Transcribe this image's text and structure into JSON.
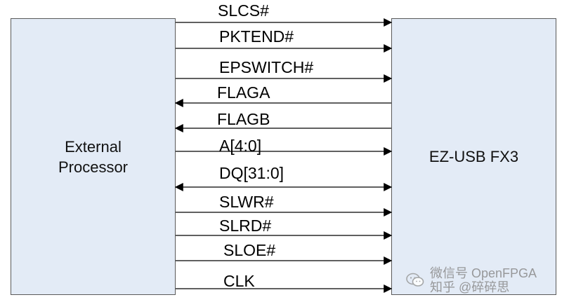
{
  "blocks": {
    "external": "External\nProcessor",
    "fx3": "EZ-USB FX3"
  },
  "signals": [
    {
      "label": "SLCS#",
      "direction": "to-fx3"
    },
    {
      "label": "PKTEND#",
      "direction": "to-fx3"
    },
    {
      "label": "EPSWITCH#",
      "direction": "to-fx3"
    },
    {
      "label": "FLAGA",
      "direction": "to-external"
    },
    {
      "label": "FLAGB",
      "direction": "to-external"
    },
    {
      "label": "A[4:0]",
      "direction": "to-fx3"
    },
    {
      "label": "DQ[31:0]",
      "direction": "bidirectional"
    },
    {
      "label": "SLWR#",
      "direction": "to-fx3"
    },
    {
      "label": "SLRD#",
      "direction": "to-fx3"
    },
    {
      "label": "SLOE#",
      "direction": "to-fx3"
    },
    {
      "label": "CLK",
      "direction": "to-fx3"
    }
  ],
  "watermark": {
    "line1": "微信号 OpenFPGA",
    "line2": "知乎 @碎碎思",
    "icon": "wechat-icon"
  },
  "colors": {
    "block_fill": "#e3ebf6",
    "block_border": "#5a5a5a",
    "wire": "#000000"
  }
}
